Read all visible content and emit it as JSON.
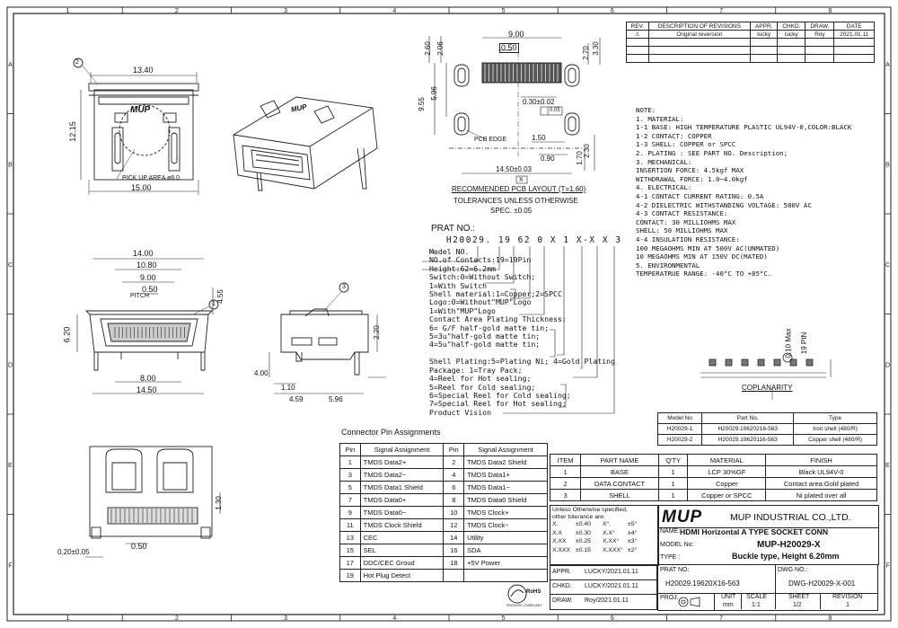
{
  "border": {
    "cols": [
      "1",
      "2",
      "3",
      "4",
      "5",
      "6",
      "7",
      "8"
    ],
    "rows": [
      "A",
      "B",
      "C",
      "D",
      "E",
      "F"
    ]
  },
  "revision_table": {
    "headers": [
      "REV.",
      "DESCRIPTION OF REVISIONS",
      "APPR.",
      "CHKD.",
      "DRAW.",
      "DATE"
    ],
    "rows": [
      [
        "",
        "Original reversion",
        "lucky",
        "lucky",
        "Roy",
        "2021.01.11"
      ]
    ]
  },
  "top_view_dims": {
    "d1": "13.40",
    "d2": "12.15",
    "d3": "15.00",
    "pickup": "PICK UP AREA ø6.0",
    "balloon": "2"
  },
  "iso_logo": "MUP",
  "pcb_layout": {
    "d_900": "9.00",
    "d_050": "0.50",
    "d_260": "2.60",
    "d_206": "2.06",
    "d_955": "9.55",
    "d_596": "5.96",
    "d_270": "2.70",
    "d_330": "3.30",
    "d_030": "0.30±0.02",
    "d_005": "0.05",
    "d_150": "1.50",
    "d_090": "0.90",
    "d_170": "1.70",
    "d_230": "2.30",
    "d_1450": "14.50±0.03",
    "pcb_edge": "PCB EDGE",
    "x_label": "X",
    "caption1": "RECOMMENDED PCB LAYOUT (T=1.60)",
    "caption2": "TOLERANCES UNLESS OTHERWISE",
    "caption3": "SPEC. ±0.05"
  },
  "front_view_dims": {
    "d1400": "14.00",
    "d1080": "10.80",
    "d900": "9.00",
    "d050": "0.50",
    "pitch": "PITCH",
    "d455": "4.55",
    "d620": "6.20",
    "d800": "8.00",
    "d1450": "14.50",
    "balloon": "1"
  },
  "side_view_dims": {
    "balloon": "3",
    "d220": "2.20",
    "d400": "4.00",
    "d110": "1.10",
    "d459": "4.59",
    "d596": "5.96"
  },
  "bottom_view_dims": {
    "d130": "1.30",
    "d020": "0.20±0.05",
    "d050": "0.50"
  },
  "prat": {
    "title": "PRAT NO.:",
    "code": "H20029. 19 62 0 X 1 X-X X 3",
    "lines": [
      "Model NO.",
      "NO.of Contacts:19=19Pin",
      "Height:62=6.2mm",
      "Switch:0=Without Switch;",
      "        1=With Switch",
      "Shell material:1=Copper;2=SPCC",
      "Logo:0=Without\"MUP\"Logo",
      "      1=With\"MUP\"Logo",
      "Contact Area Plating Thickness:",
      "6= G/F half-gold matte tin;",
      "5=3u\"half-gold matte tin;",
      "4=5u\"half-gold matte tin;",
      "",
      "Shell Plating:5=Plating Ni; 4=Gold Plating",
      "Package: 1=Tray Pack;",
      "         4=Reel for Hot sealing;",
      "         5=Reel for Cold sealing;",
      "         6=Special Reel for Cold sealing;",
      "         7=Special Reel for Hot sealing;",
      "Product Vision"
    ]
  },
  "notes": {
    "title": "NOTE:",
    "lines": [
      "1. MATERIAL:",
      "   1-1 BASE: HIGH TEMPERATURE PLASTIC UL94V-0,COLOR:BLACK",
      "   1-2 CONTACT: COPPER",
      "   1-3 SHELL: COPPER or SPCC",
      "2. PLATING : SEE PART NO. Description;",
      "3. MECHANICAL:",
      "   INSERTION FORCE: 4.5kgf MAX",
      "   WITHDRAWAL FORCE: 1.0~4.0kgf",
      "4. ELECTRICAL:",
      "   4-1 CONTACT CURRENT RATING: 0.5A",
      "   4-2 DIELECTRIC WITHSTANDING VOLTAGE: 500V AC",
      "   4-3 CONTACT RESISTANCE:",
      "              CONTACT: 30 MILLIOHMS MAX",
      "                SHELL: 50 MILLIOHMS MAX",
      "     4-4 INSULATION RESISTANCE:",
      "           100 MEGAOHMS MIN AT 500V AC(UNMATED)",
      "            10 MEGAOHMS MIN AT 150V DC(MATED)",
      "5. ENVIRONMENTAL",
      "   TEMPERATRUE RANGE: -40°C TO +85°C."
    ]
  },
  "coplanarity": {
    "label": "COPLANARITY",
    "dim": "0.10 Max",
    "pins": "19 PIN"
  },
  "model_table": {
    "headers": [
      "Model No",
      "Part No.",
      "Type"
    ],
    "rows": [
      [
        "H20029-1",
        "H20029.19620216-563",
        "Iron shell (480/R)"
      ],
      [
        "H20029-2",
        "H20029.19620116-563",
        "Copper shell (480/R)"
      ]
    ]
  },
  "pin_table": {
    "title": "Connector Pin Assignments",
    "headers": [
      "Pin",
      "Signal Assignment",
      "Pin",
      "Signal Assignment"
    ],
    "rows": [
      [
        "1",
        "TMDS Data2+",
        "2",
        "TMDS Data2 Shield"
      ],
      [
        "3",
        "TMDS Data2−",
        "4",
        "TMDS Data1+"
      ],
      [
        "5",
        "TMDS Data1 Shield",
        "6",
        "TMDS Data1−"
      ],
      [
        "7",
        "TMDS Data0+",
        "8",
        "TMDS Data0 Shield"
      ],
      [
        "9",
        "TMDS Data0−",
        "10",
        "TMDS Clock+"
      ],
      [
        "11",
        "TMDS Clock Shield",
        "12",
        "TMDS Clock−"
      ],
      [
        "13",
        "CEC",
        "14",
        "Utility"
      ],
      [
        "15",
        "SEL",
        "16",
        "SDA"
      ],
      [
        "17",
        "DDC/CEC Groud",
        "18",
        "+5V Power"
      ],
      [
        "19",
        "Hot Plug Detect",
        "",
        ""
      ]
    ]
  },
  "bom_table": {
    "headers": [
      "ITEM",
      "PART NAME",
      "Q'TY",
      "MATERIAL",
      "FINISH"
    ],
    "rows": [
      [
        "1",
        "BASE",
        "1",
        "LCP 30%GF",
        "Black UL94V-0"
      ],
      [
        "2",
        "DATA CONTACT",
        "1",
        "Copper",
        "Contact area:Gold plated"
      ],
      [
        "3",
        "SHELL",
        "1",
        "Copper or SPCC",
        "Ni plated over all"
      ]
    ]
  },
  "tolerance": {
    "header1": "Unless Otherwise specified,",
    "header2": "other tolerance are:",
    "rows": [
      [
        "X.",
        "±0.40",
        "X°.",
        "±5°"
      ],
      [
        "X.X",
        "±0.30",
        "X.X°",
        "±4°"
      ],
      [
        "X.XX",
        "±0.25",
        "X.XX°",
        "±3°"
      ],
      [
        "X.XXX",
        "±0.15",
        "X.XXX°",
        "±2°"
      ]
    ]
  },
  "title_block": {
    "logo": "MUP",
    "company": "MUP INDUSTRIAL CO.,LTD.",
    "name_label": "NAME:",
    "name": "HDMI Horizontal A TYPE SOCKET CONN",
    "model_label": "MODEL No:",
    "model": "MUP-H20029-X",
    "type_label": "TYPE :",
    "type": "Buckle type,  Height 6.20mm",
    "appr_label": "APPR.",
    "appr": "LUCKY/2021.01.11",
    "chkd_label": "CHKD.",
    "chkd": "LUCKY/2021.01.11",
    "draw_label": "DRAW.",
    "draw": "Roy/2021.01.11",
    "prat_label": "PRAT NO:",
    "prat": "H20029.19620X16-563",
    "dwg_label": "DWG NO.:",
    "dwg": "DWG-H20029-X-001",
    "proj_label": "PROJ.",
    "unit_label": "UNIT",
    "unit": "mm",
    "scale_label": "SCALE",
    "scale": "1:1",
    "sheet_label": "SHEET",
    "sheet": "1/2",
    "rev_label": "REVISION",
    "rev": "1",
    "rohs": "RoHS",
    "rohs_sub": "PROCESS COMPLIANT"
  }
}
